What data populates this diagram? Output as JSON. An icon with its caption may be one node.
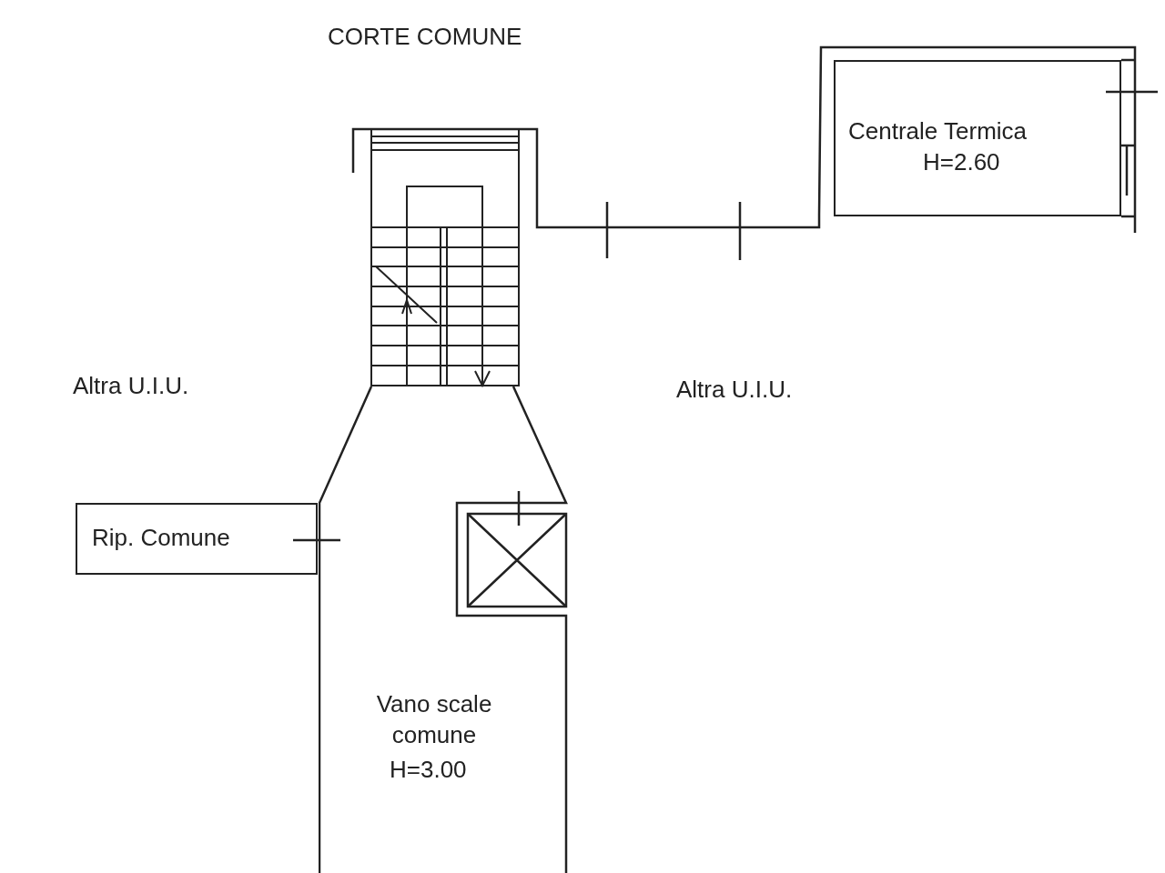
{
  "diagram": {
    "nodes": [
      {
        "text": [
          "Centrale Termica",
          "H=2.60"
        ]
      },
      {
        "text": [
          "Rip. Comune"
        ]
      },
      {
        "text": [
          "Vano scale comune",
          "H=3.00"
        ]
      }
    ],
    "labels": [
      "CORTE COMUNE",
      "Altra U.I.U.",
      "Altra U.I.U."
    ]
  }
}
